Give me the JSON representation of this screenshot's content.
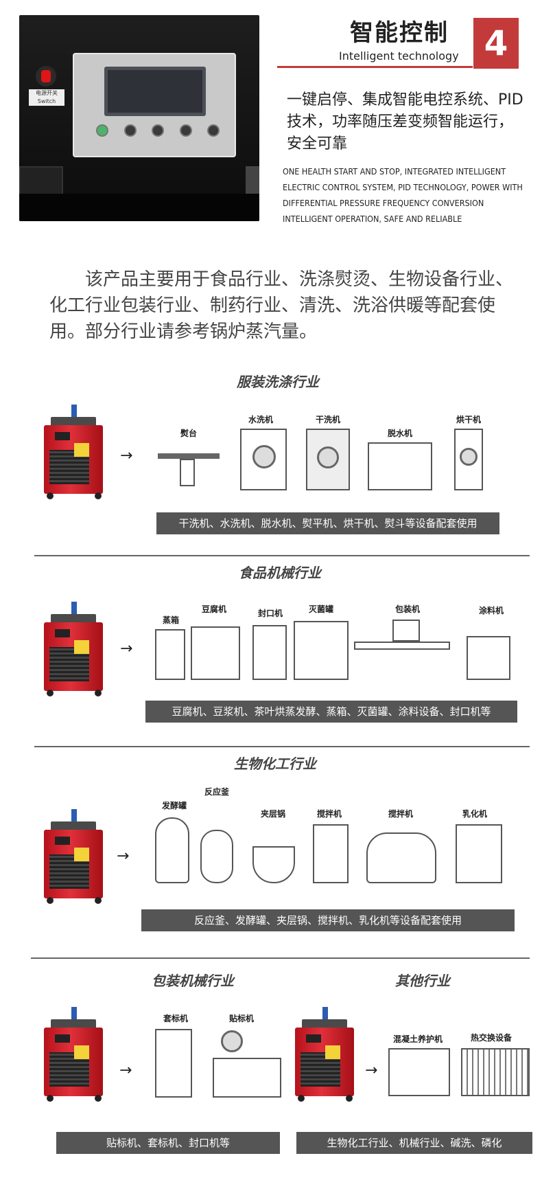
{
  "header": {
    "title": "智能控制",
    "subtitle": "Intelligent technology",
    "number": "4",
    "panel_switch_label": "电源开关",
    "panel_switch_label_en": "Switch"
  },
  "intro": {
    "cn": "一键启停、集成智能电控系统、PID技术，功率随压差变频智能运行，安全可靠",
    "en": "ONE HEALTH START AND STOP, INTEGRATED INTELLIGENT ELECTRIC CONTROL SYSTEM, PID TECHNOLOGY, POWER WITH DIFFERENTIAL PRESSURE FREQUENCY CONVERSION INTELLIGENT OPERATION, SAFE AND RELIABLE"
  },
  "description": "该产品主要用于食品行业、洗涤熨烫、生物设备行业、化工行业包装行业、制药行业、清洗、洗浴供暖等配套使用。部分行业请参考锅炉蒸汽量。",
  "sections": [
    {
      "title": "服装洗涤行业",
      "machines": [
        "熨台",
        "水洗机",
        "干洗机",
        "脱水机",
        "烘干机"
      ],
      "caption": "干洗机、水洗机、脱水机、熨平机、烘干机、熨斗等设备配套使用"
    },
    {
      "title": "食品机械行业",
      "machines": [
        "蒸箱",
        "豆腐机",
        "封口机",
        "灭菌罐",
        "包装机",
        "涂料机"
      ],
      "caption": "豆腐机、豆浆机、茶叶烘蒸发酵、蒸箱、灭菌罐、涂料设备、封口机等"
    },
    {
      "title": "生物化工行业",
      "machines": [
        "发酵罐",
        "反应釜",
        "夹层锅",
        "搅拌机",
        "搅拌机",
        "乳化机"
      ],
      "caption": "反应釜、发酵罐、夹层锅、搅拌机、乳化机等设备配套使用"
    },
    {
      "title": "包装机械行业",
      "machines": [
        "套标机",
        "贴标机"
      ],
      "caption": "贴标机、套标机、封口机等"
    },
    {
      "title": "其他行业",
      "machines": [
        "混凝土养护机",
        "热交换设备"
      ],
      "caption": "生物化工行业、机械行业、碱洗、磷化"
    }
  ]
}
